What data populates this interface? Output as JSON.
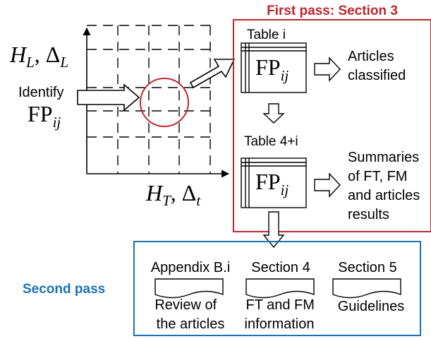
{
  "colors": {
    "first_pass": "#c0272d",
    "second_pass": "#1a72b5",
    "line": "#000000"
  },
  "grid": {
    "y_label": {
      "main": "H",
      "sub1": "L",
      "sep": ", Δ",
      "sub2": "L"
    },
    "x_label": {
      "main": "H",
      "sub1": "T",
      "sep": ", Δ",
      "sub2": "t"
    },
    "identify_text": "Identify",
    "fp_main": "FP",
    "fp_sub": "ij"
  },
  "first_pass": {
    "title": "First pass: Section 3",
    "table_top": {
      "caption": "Table i",
      "fp_main": "FP",
      "fp_sub": "ij"
    },
    "result_top": [
      "Articles",
      "classified"
    ],
    "table_bottom": {
      "caption": "Table 4+i",
      "fp_main": "FP",
      "fp_sub": "ij"
    },
    "result_bottom": [
      "Summaries",
      "of FT, FM",
      "and articles",
      "results"
    ]
  },
  "second_pass": {
    "title": "Second pass",
    "columns": [
      {
        "heading": "Appendix B.i",
        "lines": [
          "Review of",
          "the articles"
        ]
      },
      {
        "heading": "Section 4",
        "lines": [
          "FT and FM",
          "information"
        ]
      },
      {
        "heading": "Section 5",
        "lines": [
          "Guidelines"
        ]
      }
    ]
  }
}
